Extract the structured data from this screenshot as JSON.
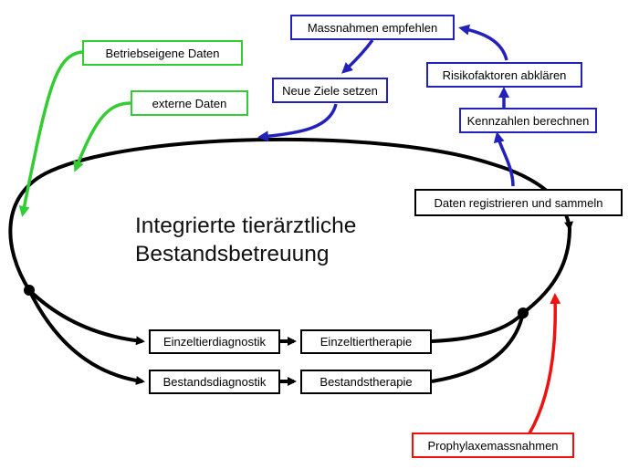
{
  "title": {
    "line1": "Integrierte tierärztliche",
    "line2": "Bestandsbetreuung"
  },
  "inputs": {
    "operational_data": "Betriebseigene Daten",
    "external_data": "externe Daten"
  },
  "cycle": {
    "set_goals": "Neue Ziele setzen",
    "recommend_measures": "Massnahmen empfehlen",
    "clarify_risk_factors": "Risikofaktoren abklären",
    "calculate_indicators": "Kennzahlen berechnen",
    "register_collect_data": "Daten registrieren und sammeln"
  },
  "branches": {
    "individual_diagnostics": "Einzeltierdiagnostik",
    "individual_therapy": "Einzeltiertherapie",
    "herd_diagnostics": "Bestandsdiagnostik",
    "herd_therapy": "Bestandstherapie"
  },
  "prevention": {
    "prophylaxis_measures": "Prophylaxemassnahmen"
  },
  "colors": {
    "input_arrows": "#33cc33",
    "analysis_arrows": "#2222bb",
    "cycle_arrows": "#000000",
    "prevention_arrow": "#ee1111"
  }
}
